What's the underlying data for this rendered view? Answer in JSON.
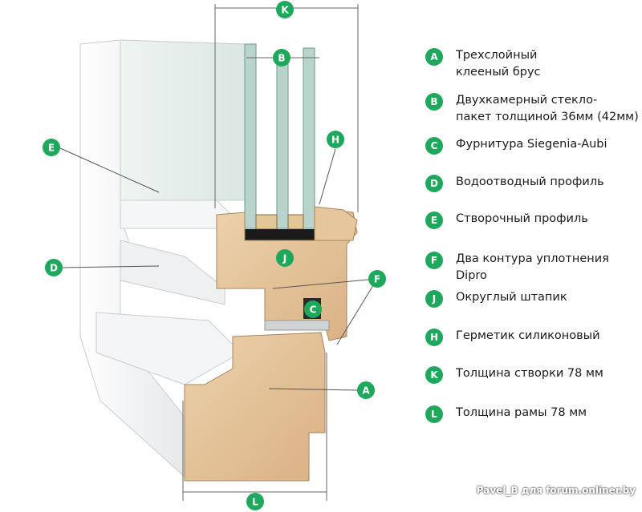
{
  "accent_color": "#1ea85b",
  "legend": [
    {
      "letter": "A",
      "text": "Трехслойный\nклееный брус"
    },
    {
      "letter": "B",
      "text": "Двухкамерный стекло-\nпакет толщиной 36мм (42мм)"
    },
    {
      "letter": "C",
      "text": "Фурнитура Siegenia-Aubi"
    },
    {
      "letter": "D",
      "text": "Водоотводный профиль"
    },
    {
      "letter": "E",
      "text": "Створочный профиль"
    },
    {
      "letter": "F",
      "text": "Два контура уплотнения Dipro"
    },
    {
      "letter": "J",
      "text": "Округлый штапик"
    },
    {
      "letter": "H",
      "text": "Герметик силиконовый"
    },
    {
      "letter": "K",
      "text": "Толщина створки 78 мм"
    },
    {
      "letter": "L",
      "text": "Толщина рамы 78 мм"
    }
  ],
  "callouts": [
    "K",
    "B",
    "H",
    "E",
    "D",
    "J",
    "F",
    "C",
    "A",
    "L"
  ],
  "watermark": "Pavel_B для forum.onliner.by"
}
